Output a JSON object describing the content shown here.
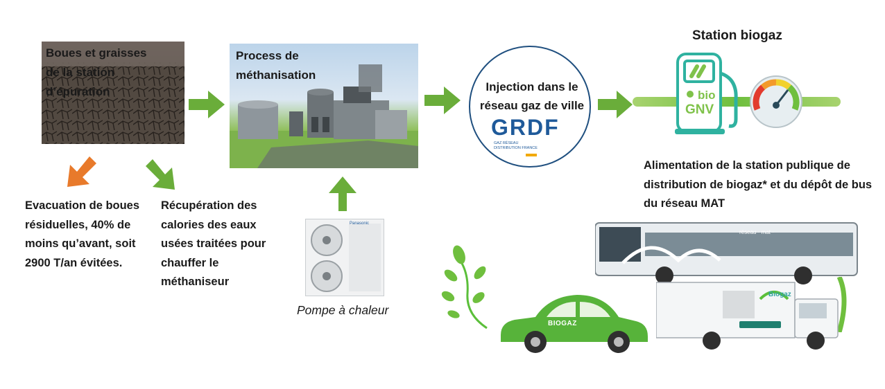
{
  "colors": {
    "arrow_green": "#6aad3a",
    "arrow_orange": "#e87a2b",
    "brand_green": "#5bbf3a",
    "grdf_blue": "#1f5a9a",
    "grdf_teal": "#34b3a5",
    "circle_border": "#1f4f7f"
  },
  "steps": {
    "sludge": {
      "label": "Boues et graisses de la station d’épuration"
    },
    "methanisation": {
      "label": "Process de méthanisation"
    },
    "injection": {
      "label": "Injection dans le réseau gaz de ville",
      "logo_text": "GRDF",
      "logo_sub": "GAZ RÉSEAU DISTRIBUTION FRANCE"
    },
    "station": {
      "title": "Station biogaz",
      "pump_text_1": "bio",
      "pump_text_2": "GNV"
    }
  },
  "notes": {
    "evacuation": "Evacuation de boues résiduelles, 40% de moins qu’avant, soit 2900 T/an évitées.",
    "recuperation": "Récupération des calories des eaux usées traitées pour chauffer le méthaniseur",
    "alimentation": "Alimentation de la station publique de distribution de biogaz* et du dépôt de bus du réseau MAT"
  },
  "heat_pump": {
    "caption": "Pompe à chaleur",
    "brand": "Panasonic"
  },
  "vehicles": {
    "car_label": "BIOGAZ",
    "bus_label": "réseau · mat ·",
    "truck_label": "Biogaz"
  }
}
